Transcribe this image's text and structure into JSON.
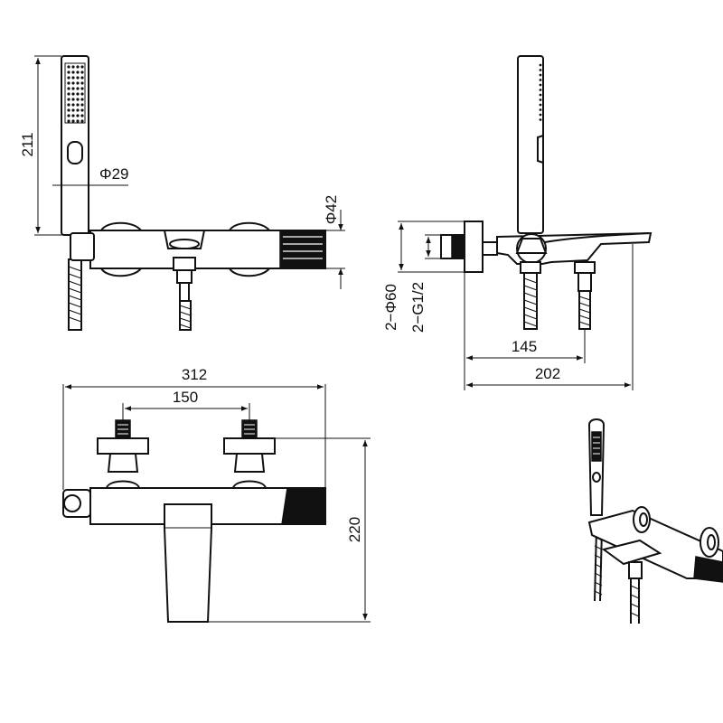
{
  "dimensions": {
    "handshower_length": "211",
    "handshower_dia": "Φ29",
    "body_dia": "Φ42",
    "flange_dia": "2−Φ60",
    "thread": "2−G1/2",
    "projection_outlet": "145",
    "projection_total": "202",
    "overall_width": "312",
    "centers": "150",
    "overall_height": "220"
  }
}
